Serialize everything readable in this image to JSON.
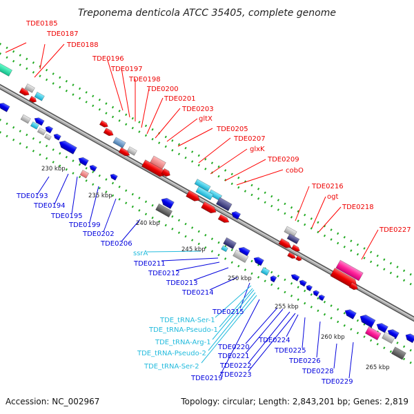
{
  "title": "Treponema denticola ATCC 35405, complete genome",
  "accession": "Accession: NC_002967",
  "summary": "Topology: circular; Length: 2,843,201 bp; Genes: 2,819",
  "colors": {
    "forward_gene": "#ff0000",
    "forward_gene_light": "#f08080",
    "reverse_gene": "#0000ee",
    "trna": "#33ccdd",
    "rrna_or_other": "#ff33aa",
    "pseudo": "#bbbbbb",
    "backbone": "#888888",
    "tick": "#22aa22"
  },
  "kbp_labels": [
    "230 kbp",
    "235 kbp",
    "240 kbp",
    "245 kbp",
    "250 kbp",
    "255 kbp",
    "260 kbp",
    "265 kbp"
  ],
  "forward_labels": [
    "TDE0185",
    "TDE0187",
    "TDE0188",
    "TDE0196",
    "TDE0197",
    "TDE0198",
    "TDE0200",
    "TDE0201",
    "TDE0203",
    "gltX",
    "TDE0205",
    "TDE0207",
    "glxK",
    "TDE0209",
    "cobO",
    "TDE0216",
    "ogt",
    "TDE0218",
    "TDE0227"
  ],
  "reverse_labels": [
    "TDE0193",
    "TDE0194",
    "TDE0195",
    "TDE0199",
    "TDE0202",
    "TDE0206",
    "ssrA",
    "TDE0211",
    "TDE0212",
    "TDE0213",
    "TDE0214",
    "TDE0215",
    "TDE_tRNA-Ser-1",
    "TDE_tRNA-Pseudo-1",
    "TDE_tRNA-Arg-1",
    "TDE_tRNA-Pseudo-2",
    "TDE_tRNA-Ser-2",
    "TDE0219",
    "TDE0220",
    "TDE0221",
    "TDE0222",
    "TDE0223",
    "TDE0224",
    "TDE0225",
    "TDE0226",
    "TDE0228",
    "TDE0229"
  ]
}
